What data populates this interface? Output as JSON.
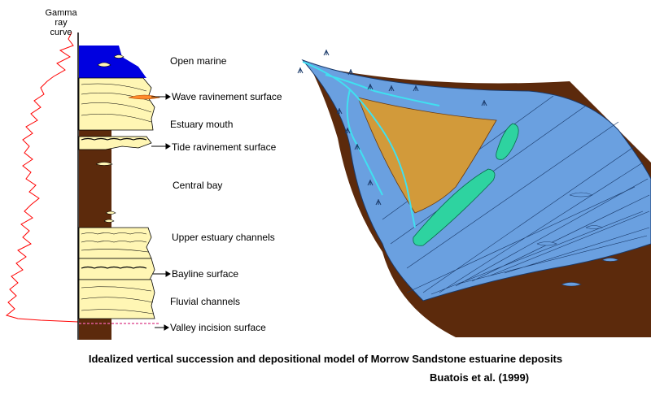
{
  "gamma_ray": {
    "line1": "Gamma",
    "line2": "ray",
    "line3": "curve"
  },
  "facies": {
    "open_marine": "Open marine",
    "wave_ravinement": "Wave ravinement surface",
    "estuary_mouth": "Estuary mouth",
    "tide_ravinement": "Tide ravinement surface",
    "central_bay": "Central bay",
    "upper_estuary": "Upper estuary channels",
    "bayline": "Bayline surface",
    "fluvial": "Fluvial channels",
    "valley_incision": "Valley incision surface"
  },
  "caption": "Idealized vertical succession and depositional model of Morrow Sandstone estuarine deposits",
  "credit": "Buatois et al. (1999)",
  "colors": {
    "gamma_curve": "#ff0000",
    "mudstone": "#5c2a0c",
    "sandstone": "#fff6b4",
    "marine_water": "#0000e0",
    "estuary_water": "#6aa0e0",
    "bay_fill": "#d29a3a",
    "tidal_bar": "#2ed3a0",
    "channel": "#40e0f0"
  }
}
